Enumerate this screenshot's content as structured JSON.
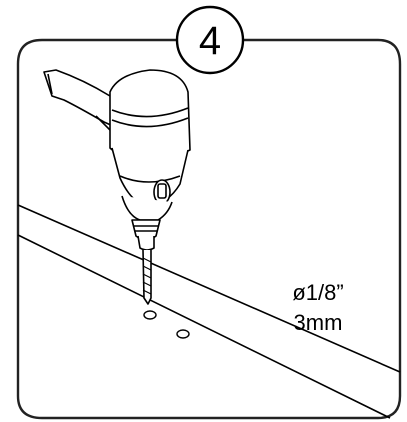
{
  "step": {
    "number": "4"
  },
  "drill_spec": {
    "size_imperial": "ø1/8”",
    "size_metric": "3mm"
  },
  "colors": {
    "stroke": "#000000",
    "background": "#ffffff",
    "panel_border": "#222222"
  },
  "icons": {
    "tool": "power-drill-icon",
    "holes": "pilot-hole-icon"
  }
}
